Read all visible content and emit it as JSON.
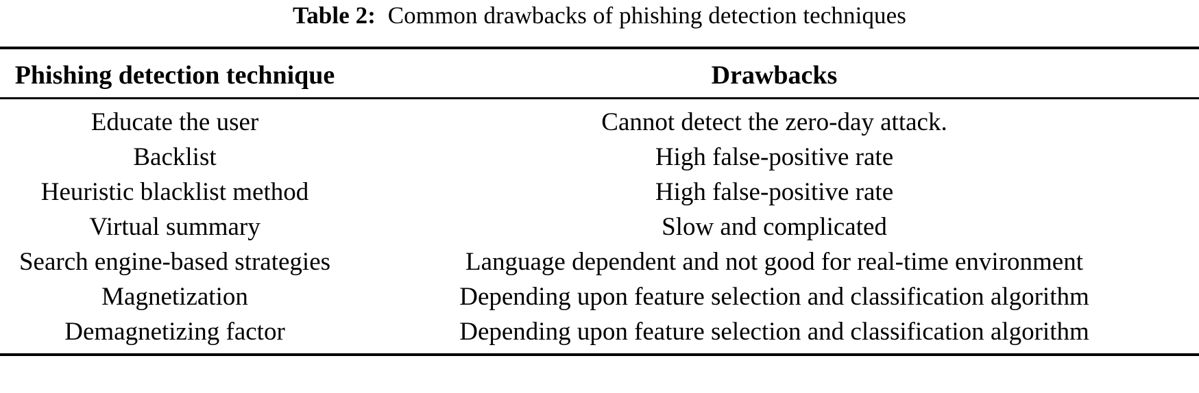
{
  "caption": {
    "label": "Table 2:",
    "text": "Common drawbacks of phishing detection techniques"
  },
  "table": {
    "columns": [
      {
        "key": "technique",
        "header": "Phishing detection technique"
      },
      {
        "key": "drawback",
        "header": "Drawbacks"
      }
    ],
    "rows": [
      {
        "technique": "Educate the user",
        "drawback": "Cannot detect the zero-day attack."
      },
      {
        "technique": "Backlist",
        "drawback": "High false-positive rate"
      },
      {
        "technique": "Heuristic blacklist method",
        "drawback": "High false-positive rate"
      },
      {
        "technique": "Virtual summary",
        "drawback": "Slow and complicated"
      },
      {
        "technique": "Search engine-based strategies",
        "drawback": "Language dependent and not good for real-time environment"
      },
      {
        "technique": "Magnetization",
        "drawback": "Depending upon feature selection and classification algorithm"
      },
      {
        "technique": "Demagnetizing factor",
        "drawback": "Depending upon feature selection and classification algorithm"
      }
    ]
  },
  "style": {
    "text_color": "#000000",
    "background_color": "#ffffff",
    "rule_color": "#000000"
  }
}
